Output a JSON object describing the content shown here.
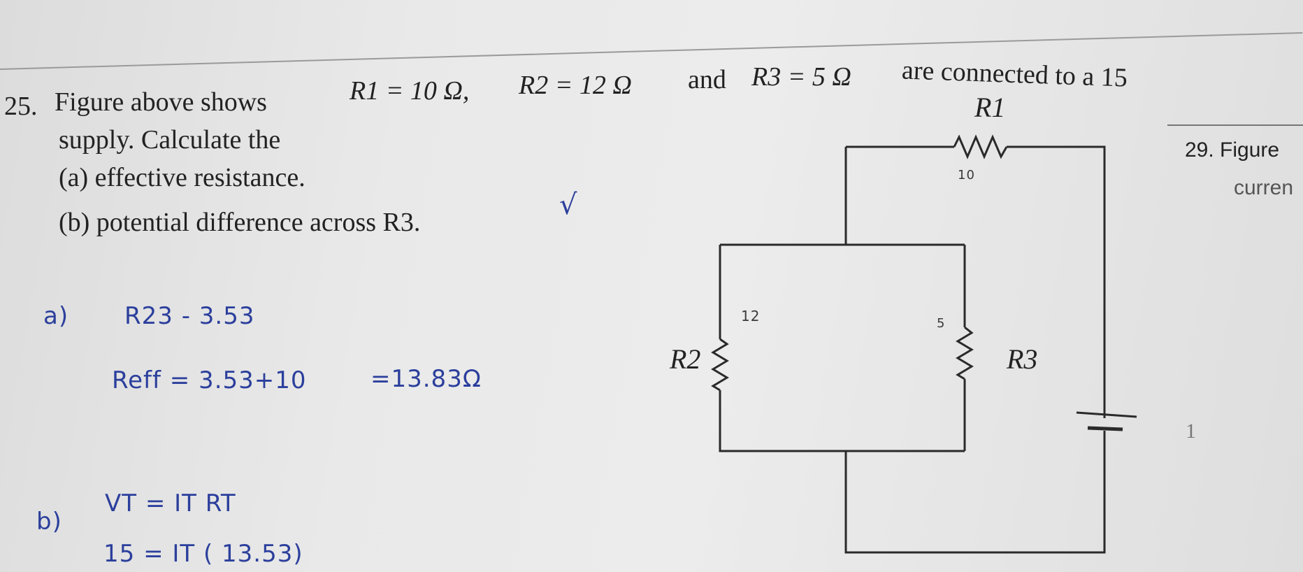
{
  "question": {
    "number": "25.",
    "line1_prefix": "Figure above shows",
    "r1_expr": "R1 = 10 Ω,",
    "r2_expr": "R2 = 12 Ω",
    "and": "and",
    "r3_expr": "R3 = 5 Ω",
    "line1_suffix": "are connected to a 15",
    "line2": "supply. Calculate the",
    "part_a": "(a) effective resistance.",
    "part_b": "(b) potential difference across R3.",
    "check_mark": "√"
  },
  "next_question": {
    "number_text": "29. Figure",
    "line2": "curren"
  },
  "circuit": {
    "r1_label": "R1",
    "r2_label": "R2",
    "r3_label": "R3",
    "r1_value_note": "10",
    "r2_value_note": "12",
    "r3_value_note": "5",
    "battery_side": "1"
  },
  "answer": {
    "a_marker": "a)",
    "a_line1": "R23 - 3.53",
    "a_line2_lhs": "Reff = 3.53+10",
    "a_line2_rhs": "=13.83Ω",
    "b_marker": "b)",
    "b_line1": "VT = IT RT",
    "b_line2": "15 = IT ( 13.53)"
  },
  "colors": {
    "ink_print": "#222222",
    "ink_pen": "#2b3f9c",
    "paper": "#e6e6e6"
  }
}
